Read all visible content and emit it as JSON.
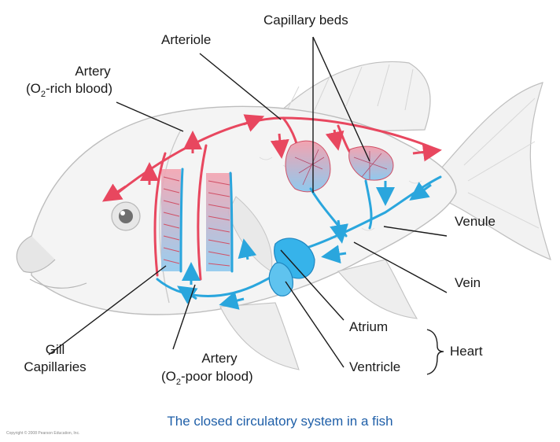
{
  "labels": {
    "capillary_beds": "Capillary beds",
    "arteriole": "Arteriole",
    "artery_rich_line1": "Artery",
    "artery_rich_o": "(O",
    "artery_rich_sub": "2",
    "artery_rich_rest": "-rich blood)",
    "venule": "Venule",
    "vein": "Vein",
    "atrium": "Atrium",
    "ventricle": "Ventricle",
    "heart": "Heart",
    "gill_line1": "Gill",
    "gill_line2": "Capillaries",
    "artery_poor_line1": "Artery",
    "artery_poor_o": "(O",
    "artery_poor_sub": "2",
    "artery_poor_rest": "-poor blood)"
  },
  "caption": "The closed circulatory system in a fish",
  "copyright": "Copyright © 2008 Pearson Education, Inc.",
  "colors": {
    "oxygen_rich": "#e8475f",
    "oxygen_poor": "#2aa6dd",
    "caption": "#1f5fa8",
    "heart": "#36b3ea"
  }
}
